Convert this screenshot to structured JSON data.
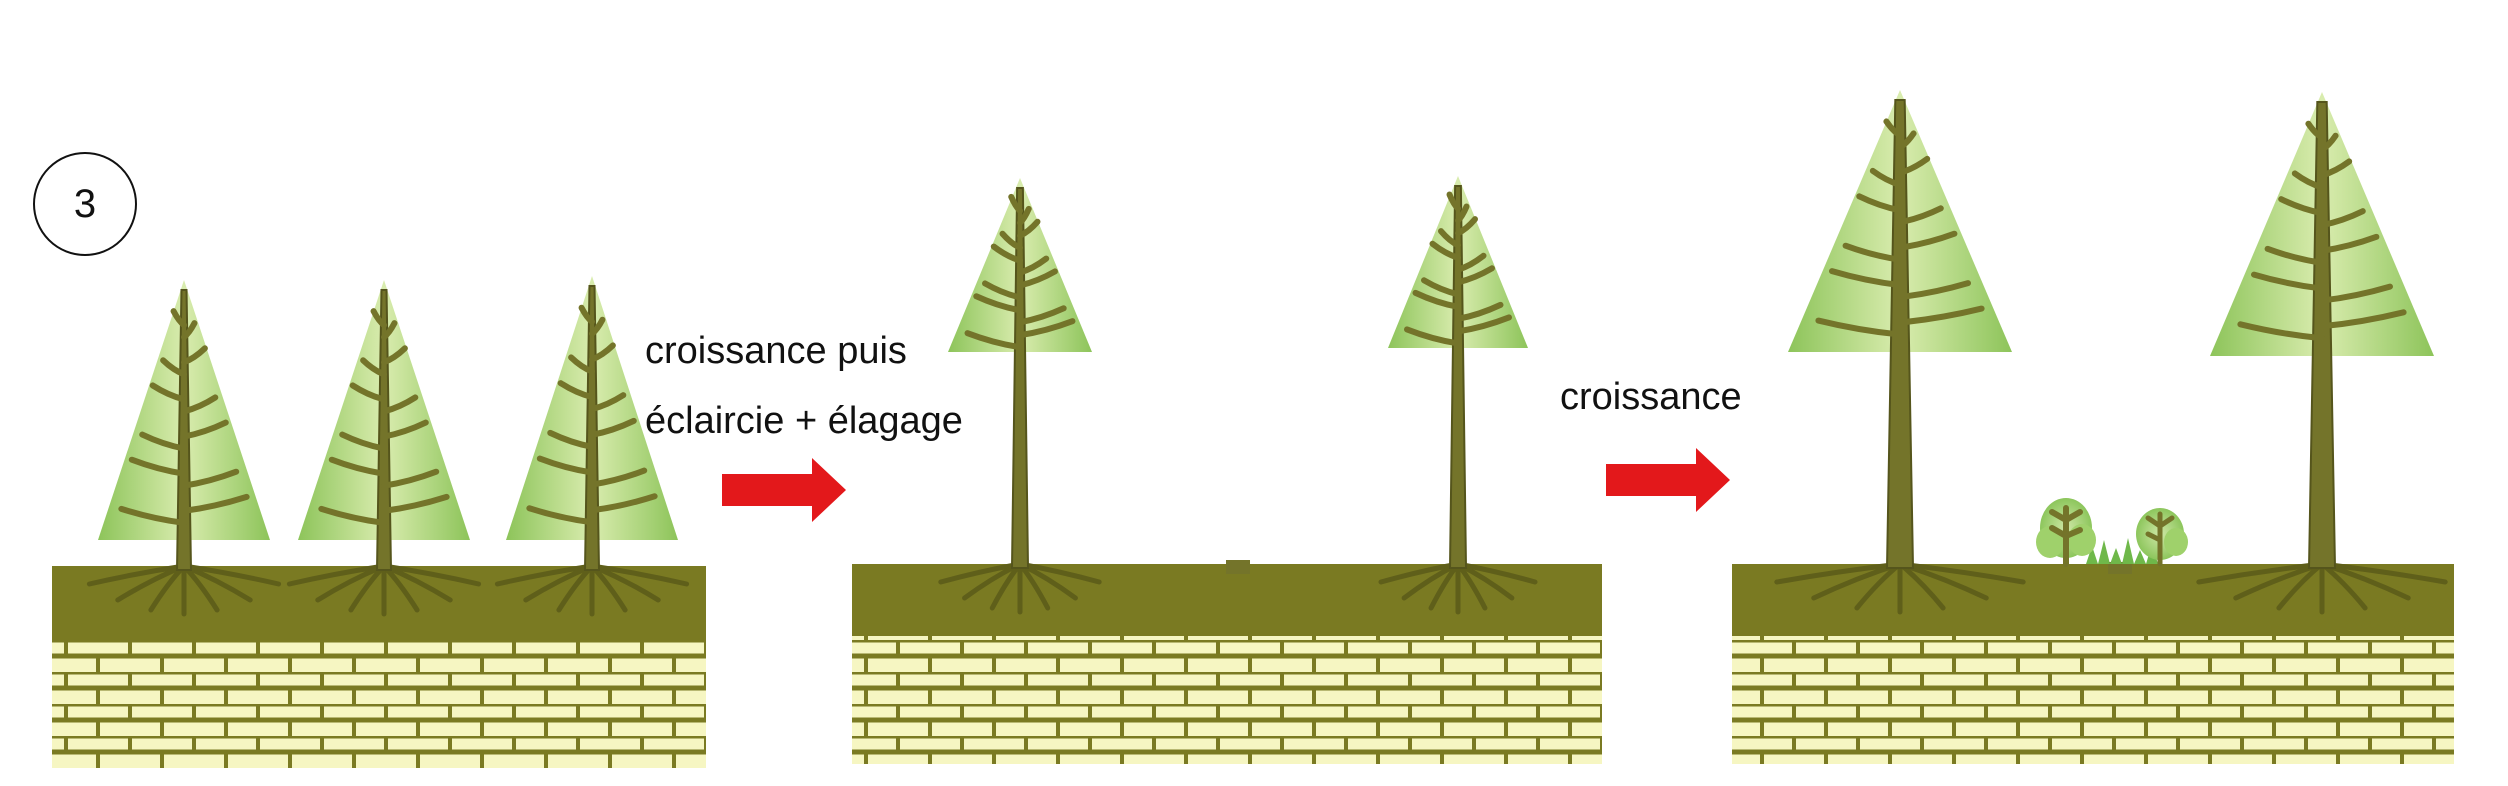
{
  "step_number": "3",
  "labels": {
    "arrow1_line1": "croissance puis",
    "arrow1_line2": "éclaircie + élagage",
    "arrow2": "croissance"
  },
  "colors": {
    "soil": "#7a7a22",
    "root": "#5f5f1a",
    "trunk": "#74742a",
    "trunk_edge": "#55551c",
    "brick_fill": "#f6f6c2",
    "brick_line": "#7a7a22",
    "foliage_edge": "#8dc45a",
    "foliage_center": "#d9ecae",
    "arrow": "#e3181b",
    "undergrowth": "#6fb84a"
  },
  "icons": [
    "conifer-icon",
    "stump-icon",
    "arrow-right-icon",
    "seedling-icon"
  ]
}
